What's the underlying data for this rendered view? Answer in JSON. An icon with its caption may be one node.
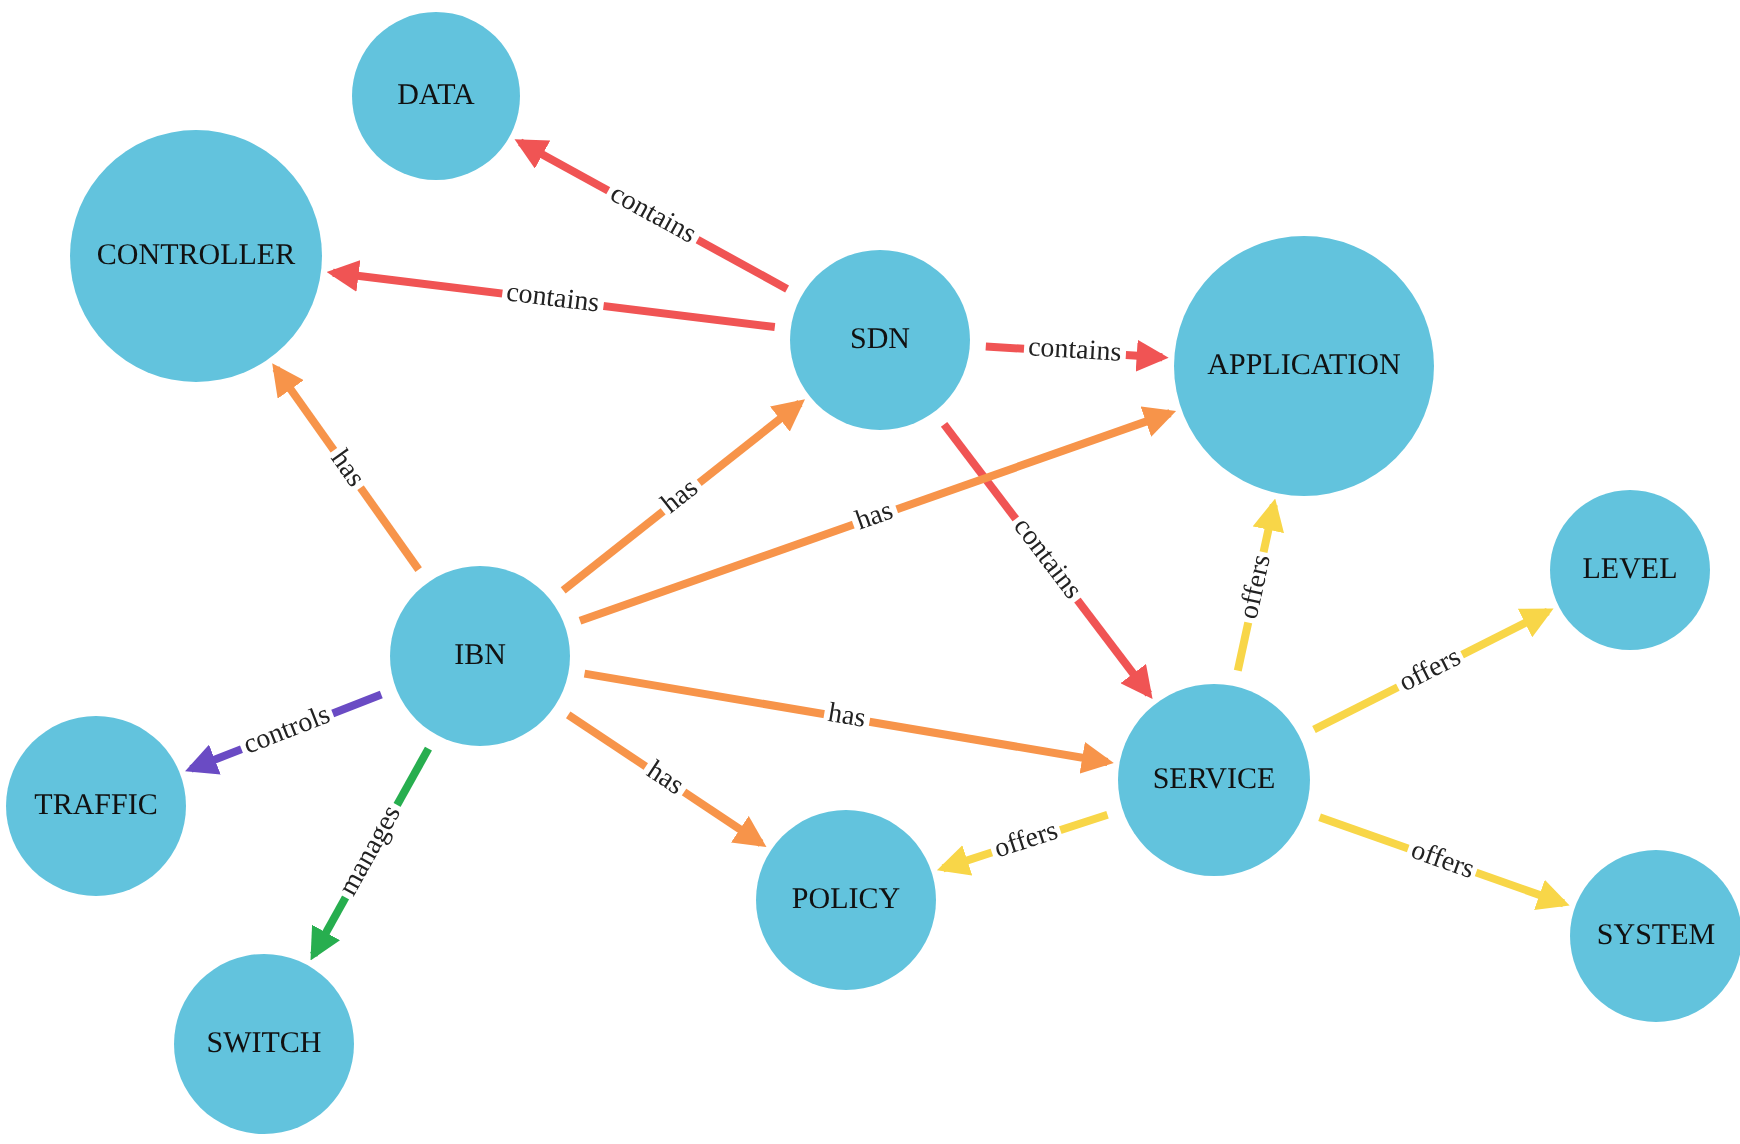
{
  "diagram": {
    "nodes": [
      {
        "text": [
          "DATA"
        ]
      },
      {
        "text": [
          "CONTROLLER"
        ]
      },
      {
        "text": [
          "SDN"
        ]
      },
      {
        "text": [
          "APPLICATION"
        ]
      },
      {
        "text": [
          "IBN"
        ]
      },
      {
        "text": [
          "LEVEL"
        ]
      },
      {
        "text": [
          "TRAFFIC"
        ]
      },
      {
        "text": [
          "SERVICE"
        ]
      },
      {
        "text": [
          "POLICY"
        ]
      },
      {
        "text": [
          "SYSTEM"
        ]
      },
      {
        "text": [
          "SWITCH"
        ]
      }
    ],
    "edges": [
      {
        "from": 2,
        "to": 0,
        "arrow": "to",
        "label": "contains",
        "color": "#f05454"
      },
      {
        "from": 2,
        "to": 1,
        "arrow": "to",
        "label": "contains",
        "color": "#f05454"
      },
      {
        "from": 2,
        "to": 3,
        "arrow": "to",
        "label": "contains",
        "color": "#f05454"
      },
      {
        "from": 2,
        "to": 7,
        "arrow": "to",
        "label": "contains",
        "color": "#f05454"
      },
      {
        "from": 4,
        "to": 1,
        "arrow": "to",
        "label": "has",
        "color": "#f7944a"
      },
      {
        "from": 4,
        "to": 2,
        "arrow": "to",
        "label": "has",
        "color": "#f7944a"
      },
      {
        "from": 4,
        "to": 3,
        "arrow": "to",
        "label": "has",
        "color": "#f7944a"
      },
      {
        "from": 4,
        "to": 7,
        "arrow": "to",
        "label": "has",
        "color": "#f7944a"
      },
      {
        "from": 4,
        "to": 8,
        "arrow": "to",
        "label": "has",
        "color": "#f7944a"
      },
      {
        "from": 4,
        "to": 6,
        "arrow": "to",
        "label": "controls",
        "color": "#6a4bc4"
      },
      {
        "from": 4,
        "to": 10,
        "arrow": "to",
        "label": "manages",
        "color": "#27ae4f"
      },
      {
        "from": 7,
        "to": 3,
        "arrow": "to",
        "label": "offers",
        "color": "#f8d648"
      },
      {
        "from": 7,
        "to": 5,
        "arrow": "to",
        "label": "offers",
        "color": "#f8d648"
      },
      {
        "from": 7,
        "to": 9,
        "arrow": "to",
        "label": "offers",
        "color": "#f8d648"
      },
      {
        "from": 7,
        "to": 8,
        "arrow": "to",
        "label": "offers",
        "color": "#f8d648"
      }
    ]
  }
}
